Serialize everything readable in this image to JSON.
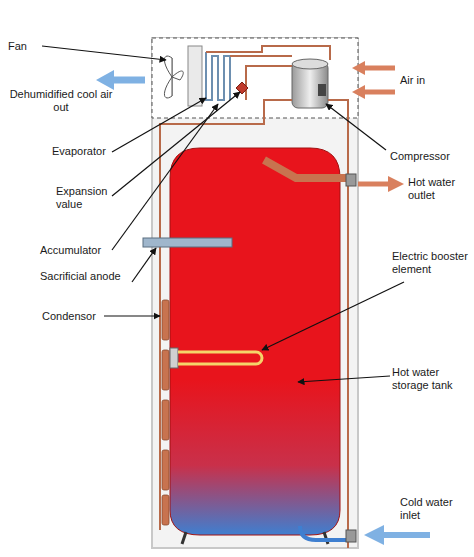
{
  "diagram": {
    "labels": [
      "Fan",
      "Dehumidified cool air out",
      "Evaporator",
      "Expansion value",
      "Accumulator",
      "Sacrificial anode",
      "Condensor",
      "Air in",
      "Compressor",
      "Hot water outlet",
      "Electric booster element",
      "Hot water storage tank",
      "Cold water inlet"
    ]
  }
}
